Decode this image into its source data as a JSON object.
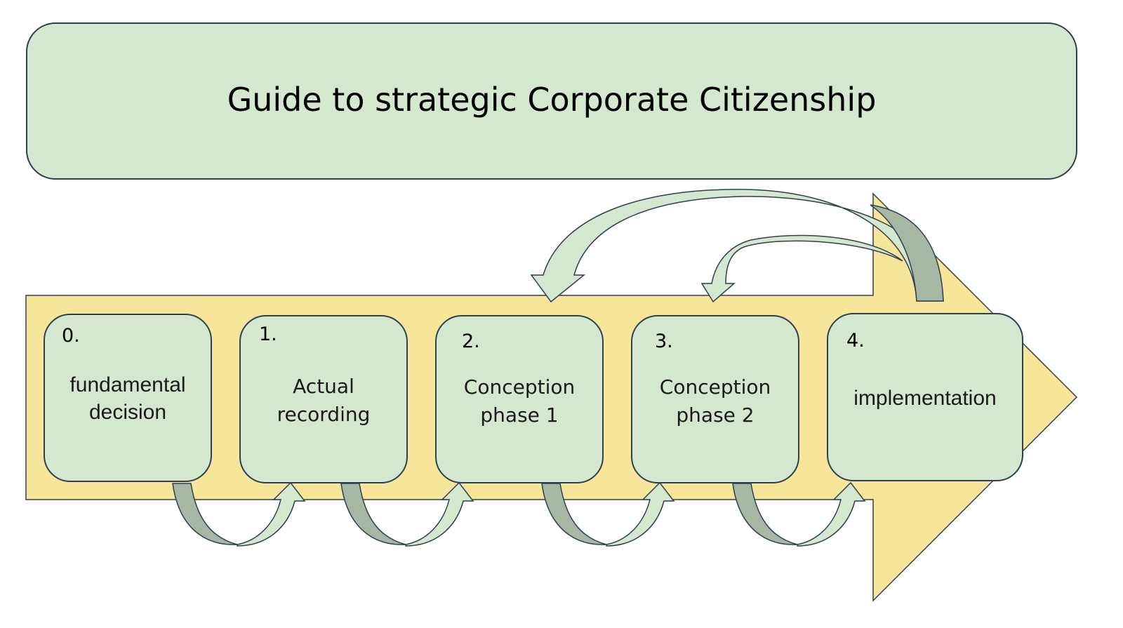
{
  "title": "Guide to strategic Corporate Citizenship",
  "steps": [
    {
      "number": "0.",
      "lines": [
        "fundamental",
        "decision"
      ]
    },
    {
      "number": "1.",
      "lines": [
        "Actual",
        "recording"
      ]
    },
    {
      "number": "2.",
      "lines": [
        "Conception",
        "phase 1"
      ]
    },
    {
      "number": "3.",
      "lines": [
        "Conception",
        "phase 2"
      ]
    },
    {
      "number": "4.",
      "lines": [
        "implementation"
      ]
    }
  ],
  "colors": {
    "box_fill": "#d3e8cf",
    "box_border": "#2e3f50",
    "big_arrow_fill": "#f7e59a",
    "curved_arrow_dark": "#a6b8a3",
    "curved_arrow_light": "#d3e8cf"
  },
  "connectors": [
    {
      "from": "0.",
      "to": "1."
    },
    {
      "from": "1.",
      "to": "2."
    },
    {
      "from": "2.",
      "to": "3."
    },
    {
      "from": "3.",
      "to": "4."
    },
    {
      "from": "4.",
      "to": "2."
    },
    {
      "from": "4.",
      "to": "3."
    }
  ]
}
